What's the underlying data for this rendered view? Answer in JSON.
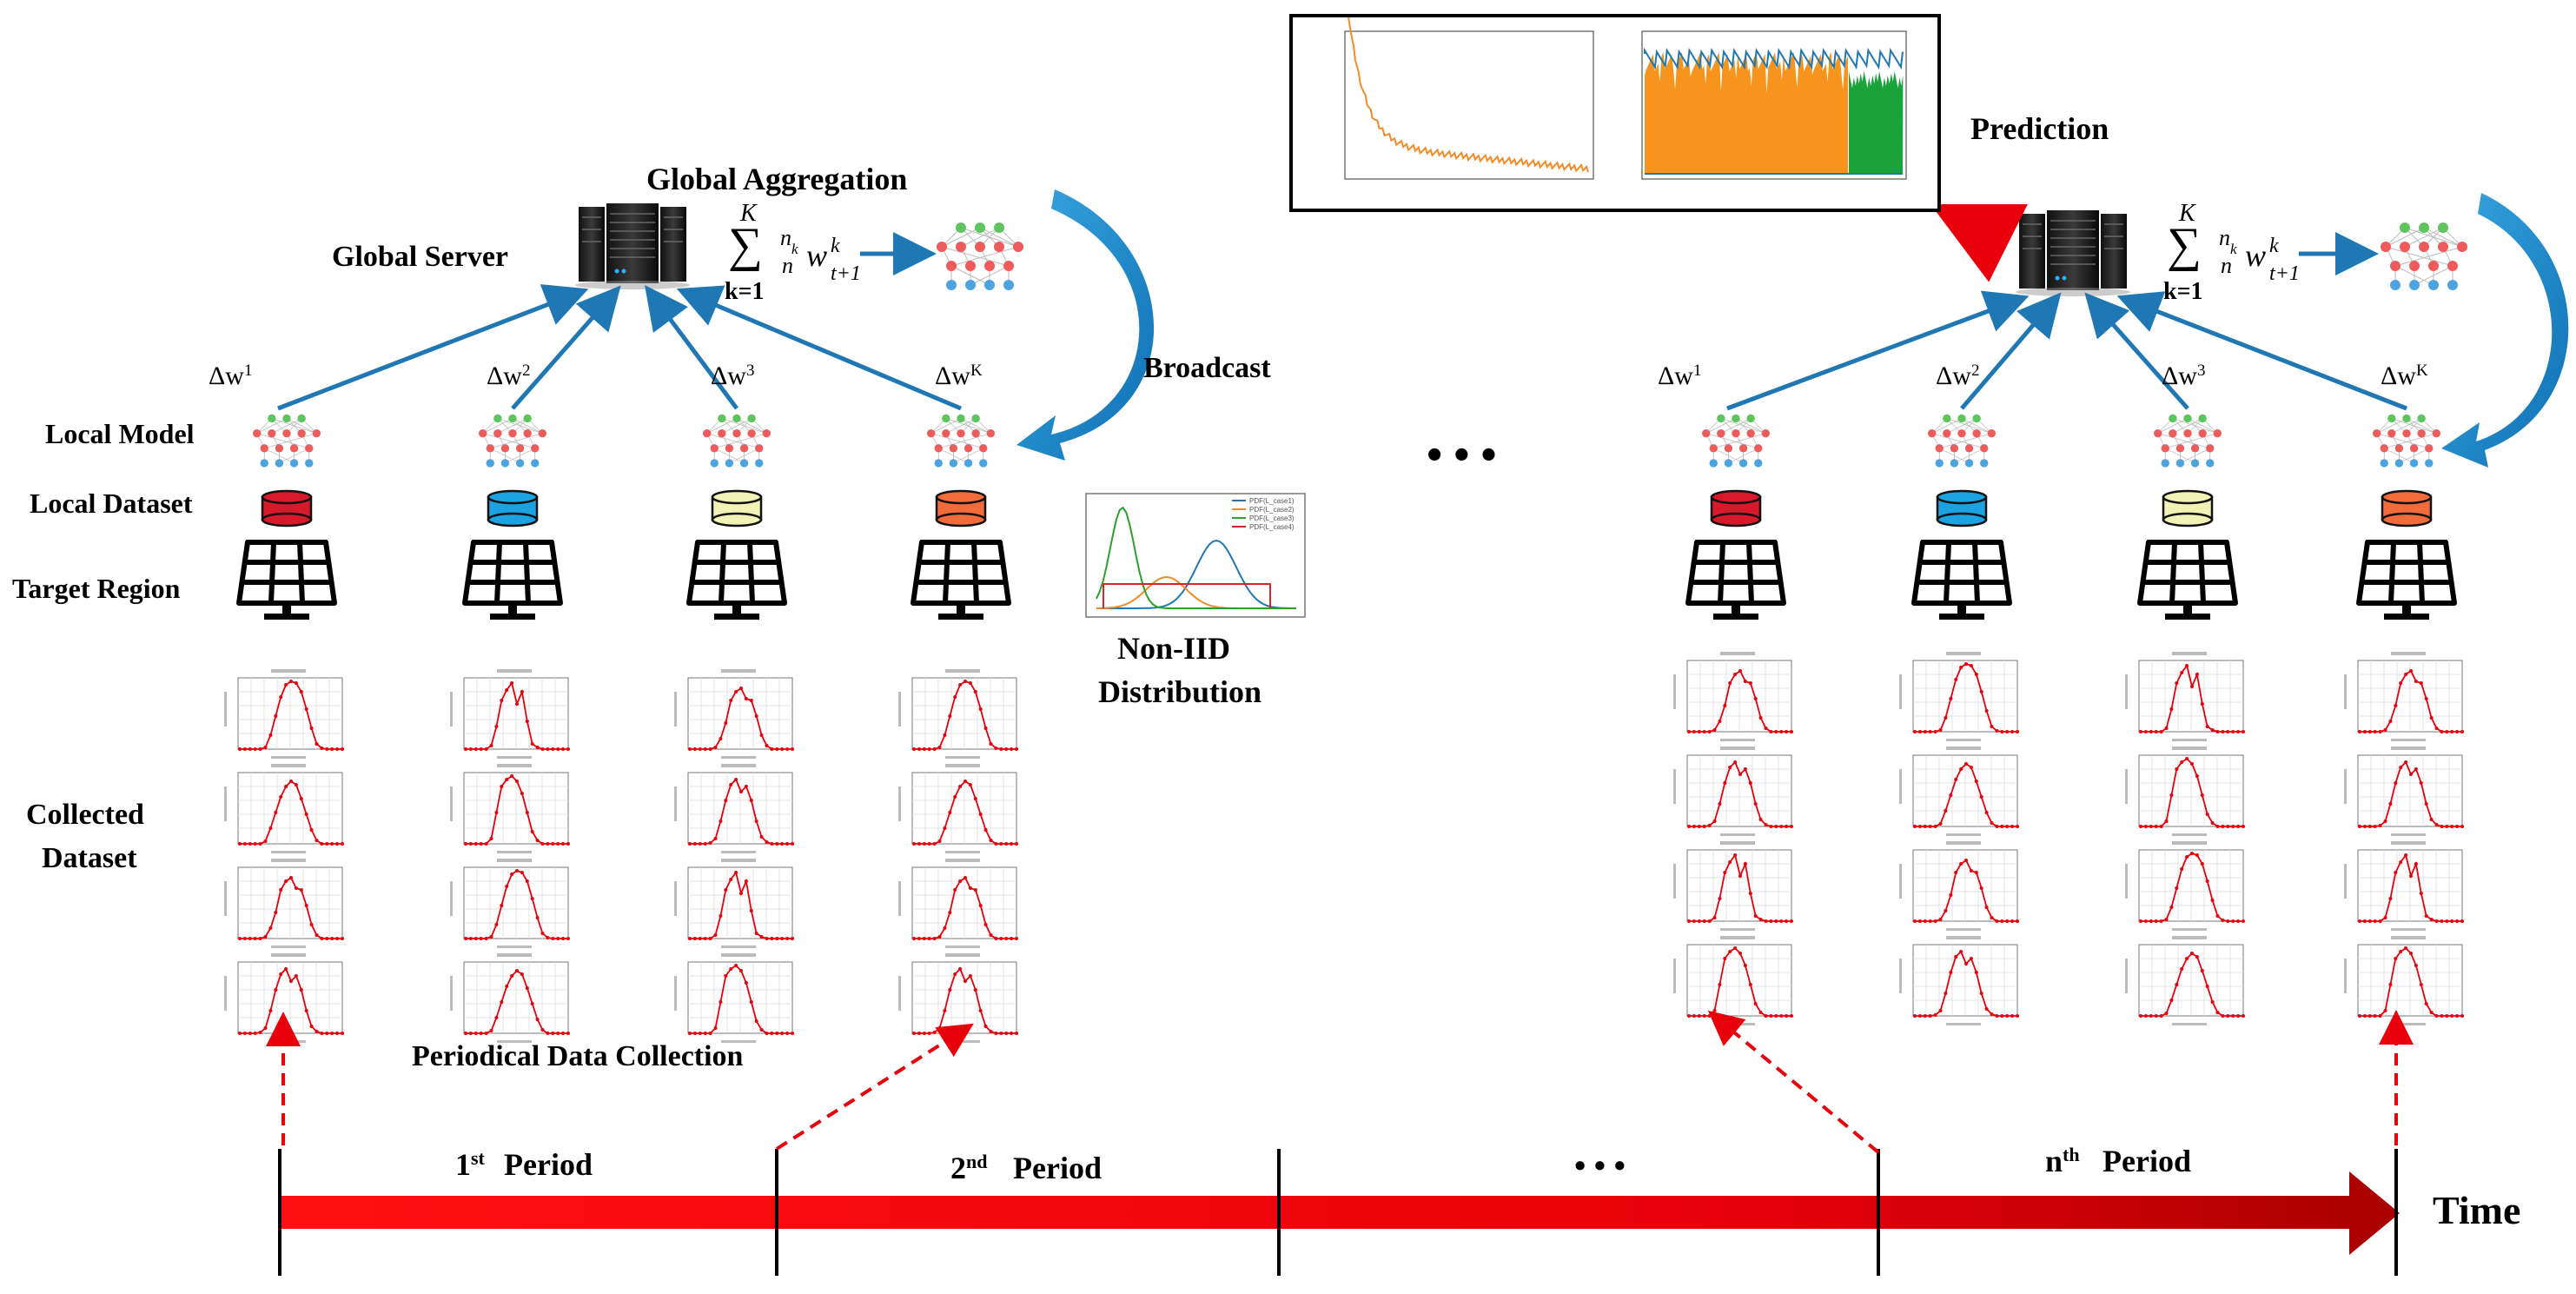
{
  "labels": {
    "global_server": "Global Server",
    "global_aggregation": "Global Aggregation",
    "broadcast": "Broadcast",
    "prediction": "Prediction",
    "local_model": "Local Model",
    "local_dataset": "Local Dataset",
    "target_region": "Target Region",
    "collected_dataset_line1": "Collected",
    "collected_dataset_line2": "Dataset",
    "non_iid_line1": "Non-IID",
    "non_iid_line2": "Distribution",
    "periodical": "Periodical Data Collection",
    "time": "Time",
    "ellipsis_mid": "• • •",
    "ellipsis_axis": "• • •"
  },
  "formula": {
    "sum_upper": "K",
    "sum_lower": "k=1",
    "sigma": "∑",
    "frac_num": "n",
    "frac_num_sub": "k",
    "frac_den": "n",
    "w": "w",
    "w_sup": "k",
    "w_sub": "t+1"
  },
  "updates": [
    {
      "delta": "Δw",
      "sup": "1"
    },
    {
      "delta": "Δw",
      "sup": "2"
    },
    {
      "delta": "Δw",
      "sup": "3"
    },
    {
      "delta": "Δw",
      "sup": "K"
    }
  ],
  "periods": [
    {
      "num": "1",
      "sup": "st",
      "word": "Period"
    },
    {
      "num": "2",
      "sup": "nd",
      "word": "Period"
    },
    {
      "num": "n",
      "sup": "th",
      "word": "Period"
    }
  ],
  "dataset_colors": [
    "#d7192b",
    "#1aa3e0",
    "#f1f3b6",
    "#f26b3a"
  ],
  "colors": {
    "arrow_blue": "#1f78b4",
    "timeline_red": "#e8000b",
    "prediction_arrow": "#e8000b",
    "dashed_red": "#e8000b",
    "loss_orange": "#f28c28",
    "bar_orange": "#f7941d",
    "bar_green": "#1aa33b",
    "bar_blue": "#1f77b4"
  },
  "non_iid_legend": [
    "PDF(L_case1)",
    "PDF(L_case2)",
    "PDF(L_case3)",
    "PDF(L_case4)"
  ]
}
